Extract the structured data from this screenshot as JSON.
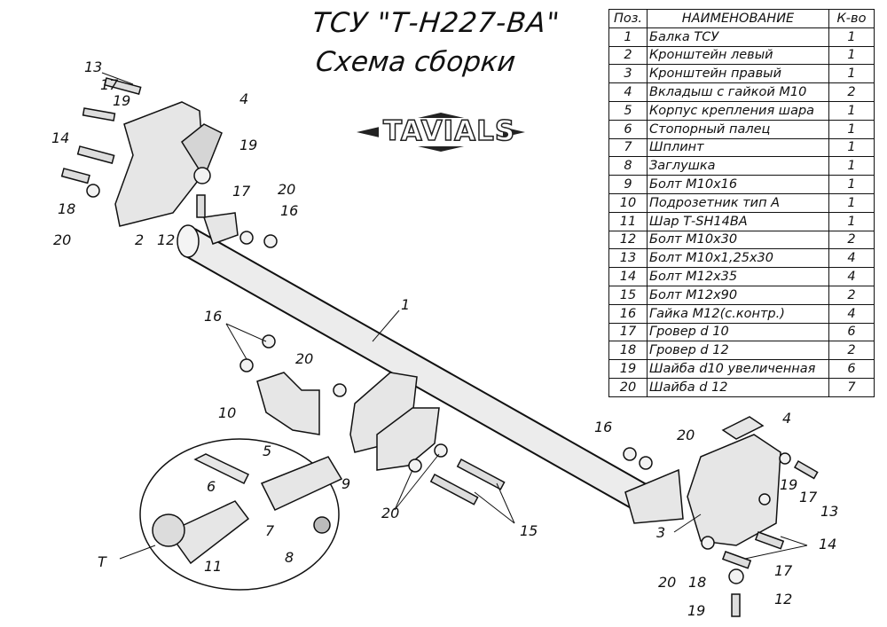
{
  "header": {
    "title": "ТСУ \"Т-Н227-ВА\"",
    "subtitle": "Схема сборки",
    "logo": "TAVIALS"
  },
  "table": {
    "headers": [
      "Поз.",
      "НАИМЕНОВАНИЕ",
      "К-во"
    ],
    "rows": [
      [
        "1",
        "Балка ТСУ",
        "1"
      ],
      [
        "2",
        "Кронштейн левый",
        "1"
      ],
      [
        "3",
        "Кронштейн правый",
        "1"
      ],
      [
        "4",
        "Вкладыш с гайкой М10",
        "2"
      ],
      [
        "5",
        "Корпус крепления шара",
        "1"
      ],
      [
        "6",
        "Стопорный палец",
        "1"
      ],
      [
        "7",
        "Шплинт",
        "1"
      ],
      [
        "8",
        "Заглушка",
        "1"
      ],
      [
        "9",
        "Болт М10х16",
        "1"
      ],
      [
        "10",
        "Подрозетник тип А",
        "1"
      ],
      [
        "11",
        "Шар Т-SH14BA",
        "1"
      ],
      [
        "12",
        "Болт М10х30",
        "2"
      ],
      [
        "13",
        "Болт М10х1,25х30",
        "4"
      ],
      [
        "14",
        "Болт М12х35",
        "4"
      ],
      [
        "15",
        "Болт М12х90",
        "2"
      ],
      [
        "16",
        "Гайка М12(с.контр.)",
        "4"
      ],
      [
        "17",
        "Гровер d 10",
        "6"
      ],
      [
        "18",
        "Гровер d 12",
        "2"
      ],
      [
        "19",
        "Шайба d10 увеличенная",
        "6"
      ],
      [
        "20",
        "Шайба d 12",
        "7"
      ]
    ]
  },
  "callouts": [
    "13",
    "17",
    "19",
    "4",
    "14",
    "19",
    "17",
    "20",
    "16",
    "18",
    "20",
    "2",
    "12",
    "1",
    "16",
    "20",
    "10",
    "5",
    "6",
    "9",
    "7",
    "8",
    "11",
    "Т",
    "16",
    "20",
    "4",
    "20",
    "15",
    "19",
    "17",
    "13",
    "3",
    "14",
    "20",
    "18",
    "17",
    "19",
    "12"
  ]
}
